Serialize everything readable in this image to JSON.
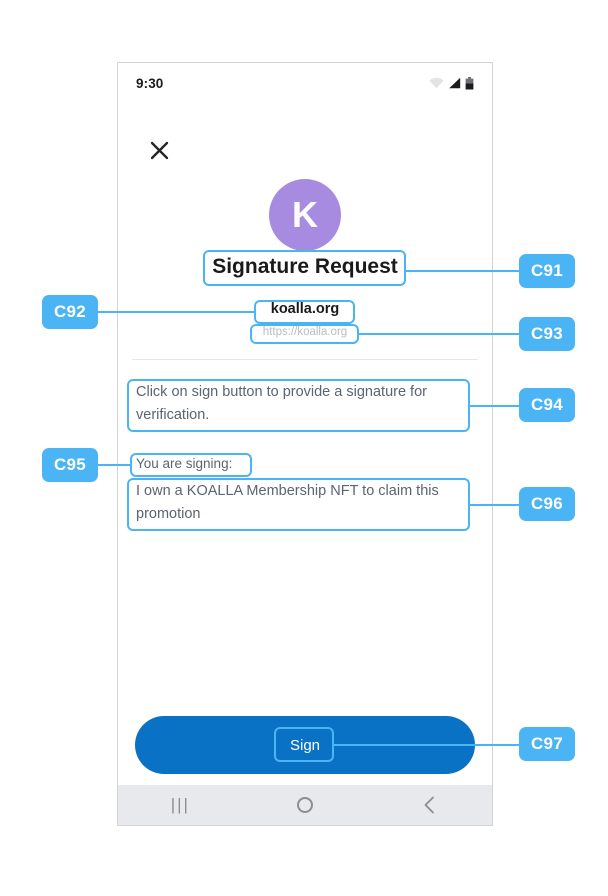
{
  "status_bar": {
    "time": "9:30",
    "icons": [
      "wifi-icon",
      "cellular-signal-icon",
      "battery-icon"
    ]
  },
  "header": {
    "close_icon": "close-icon",
    "avatar_letter": "K",
    "avatar_color": "#a78be0",
    "title": "Signature Request",
    "domain": "koalla.org",
    "url": "https://koalla.org"
  },
  "body": {
    "instruction": "Click on sign button to provide a signature for verification.",
    "signing_label": "You are signing:",
    "signing_message": "I own a KOALLA Membership NFT to claim this promotion"
  },
  "footer": {
    "sign_label": "Sign",
    "sign_color": "#0a72c4"
  },
  "nav_bar": {
    "recents_label": "|||",
    "home_icon": "home-circle-icon",
    "back_label": "‹"
  },
  "annotations": {
    "color": "#4bb4f5",
    "items": [
      {
        "id": "C91",
        "target": "title"
      },
      {
        "id": "C92",
        "target": "domain"
      },
      {
        "id": "C93",
        "target": "url"
      },
      {
        "id": "C94",
        "target": "instruction"
      },
      {
        "id": "C95",
        "target": "signing-label"
      },
      {
        "id": "C96",
        "target": "signing-message"
      },
      {
        "id": "C97",
        "target": "sign-button"
      }
    ]
  }
}
